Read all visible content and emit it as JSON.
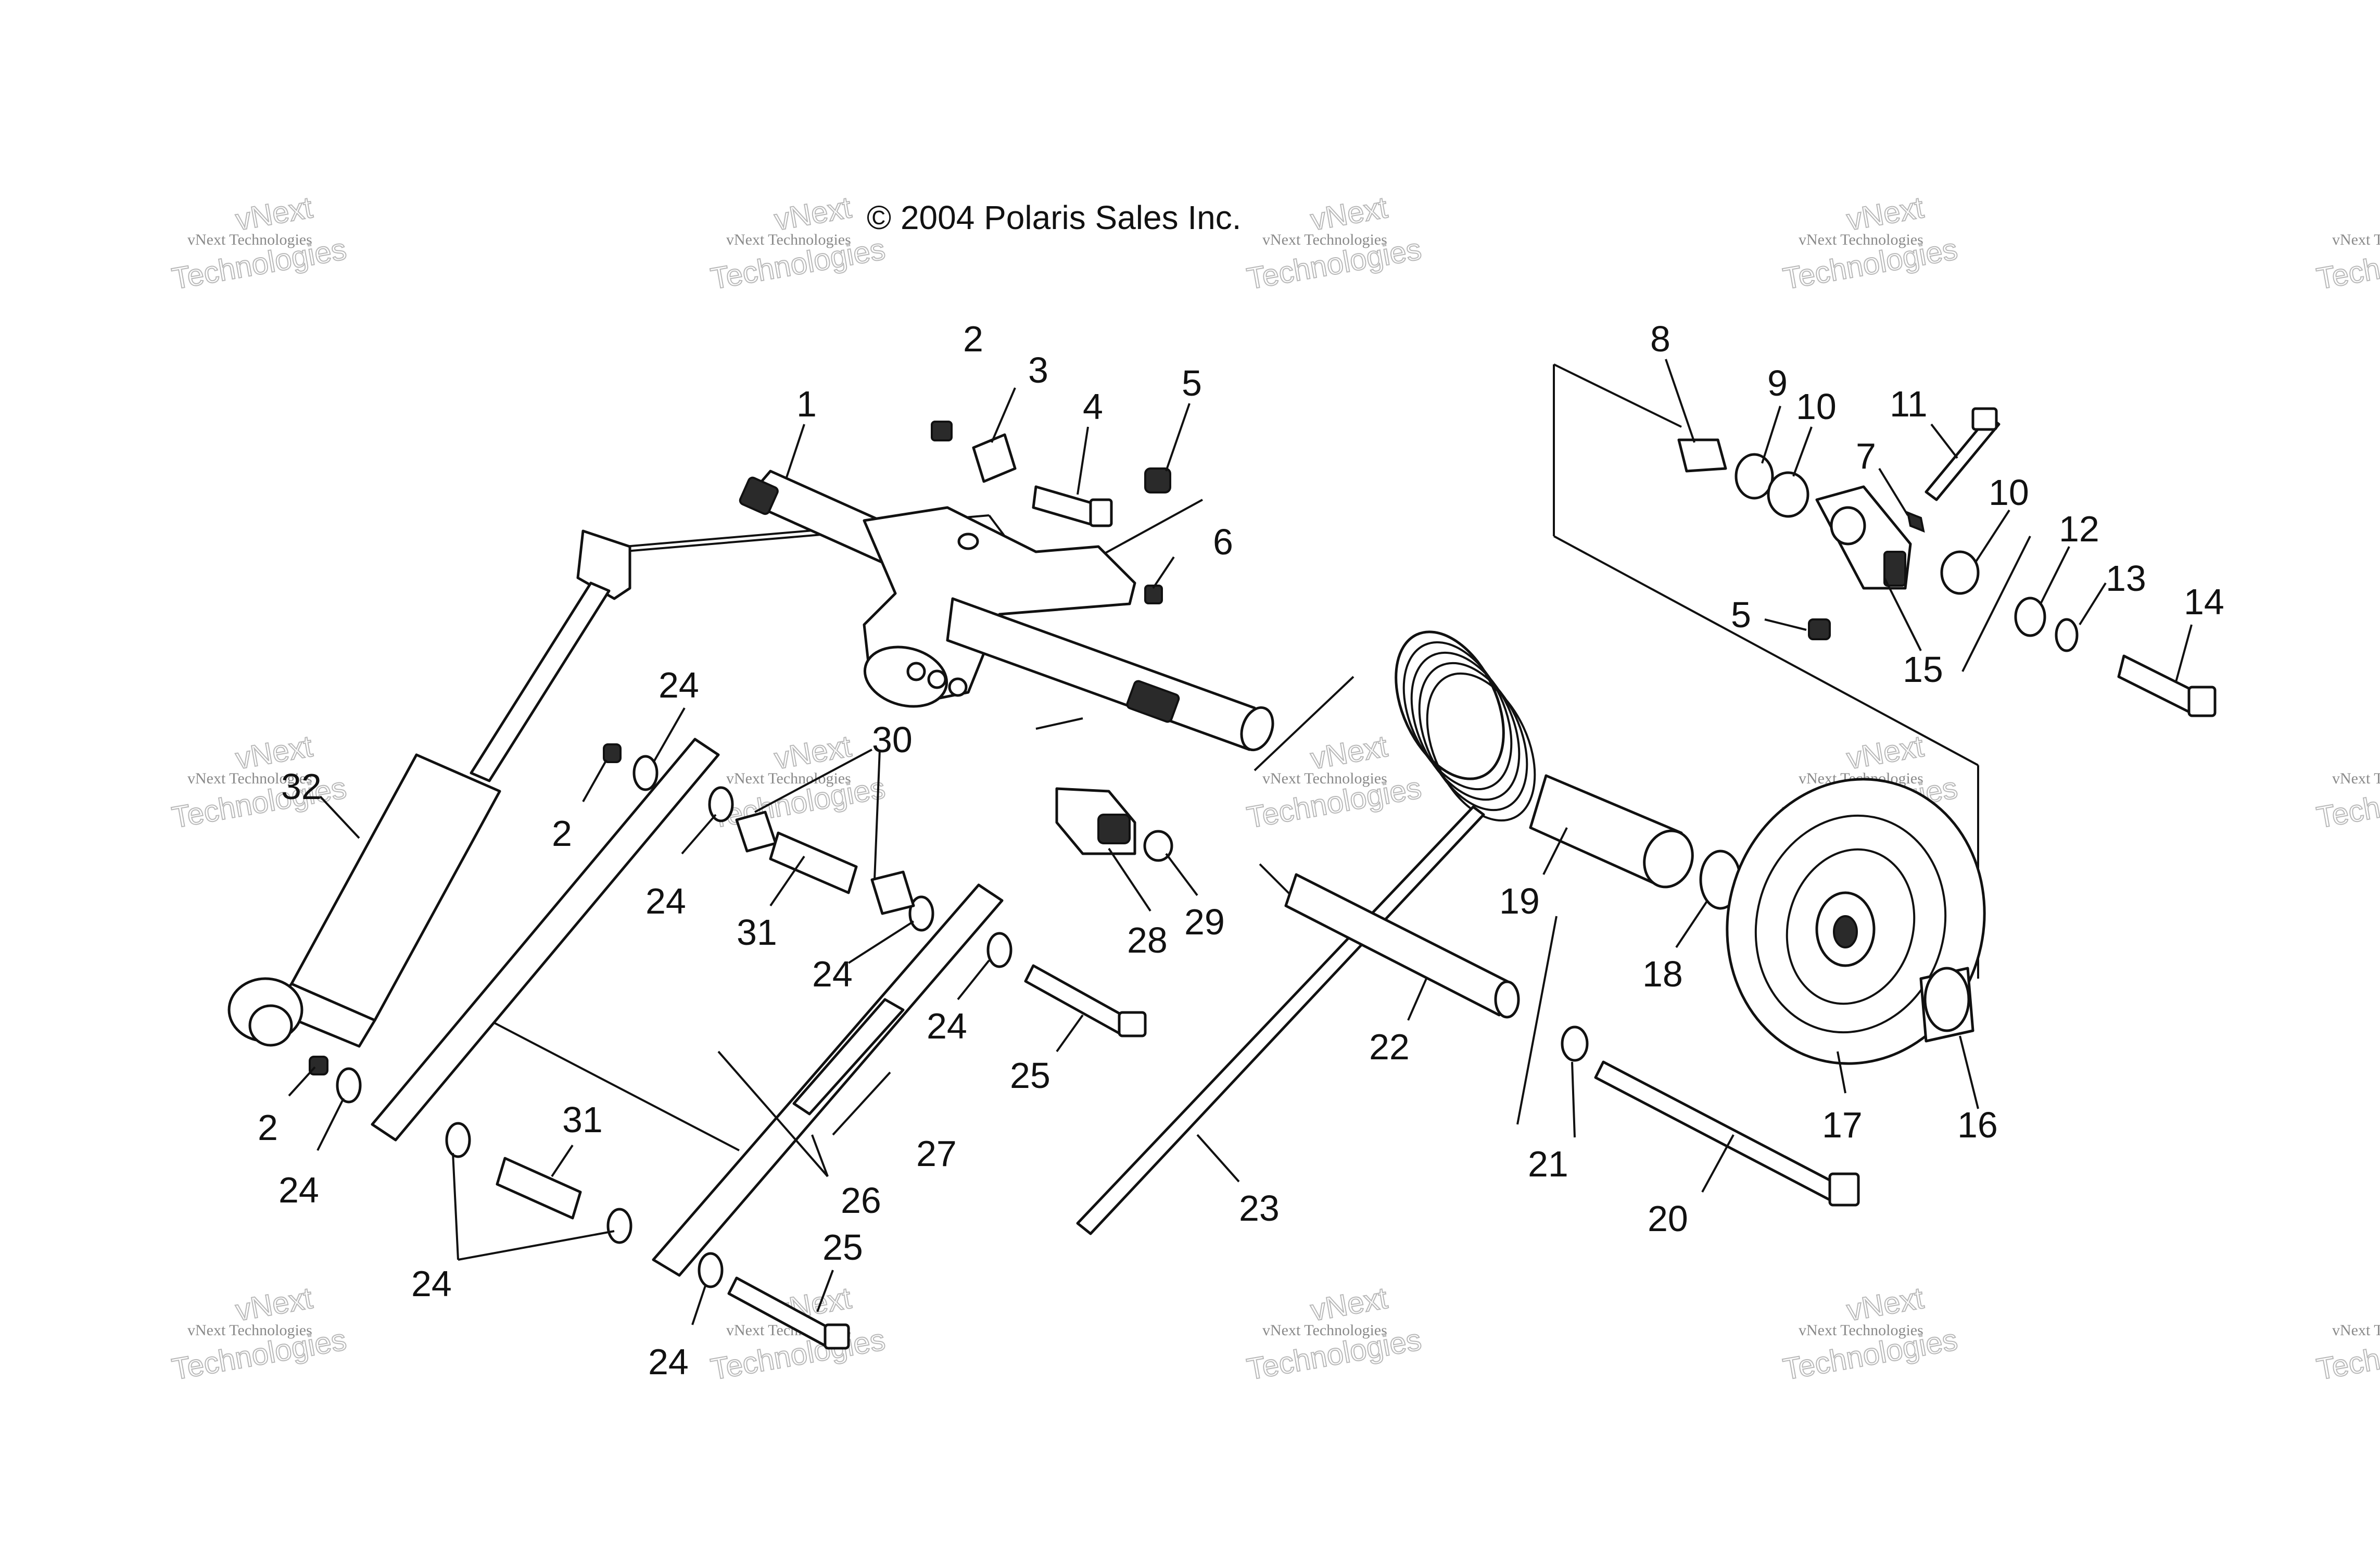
{
  "copyright": "© 2004 Polaris Sales Inc.",
  "watermark": {
    "small": "vNext Technologies",
    "large_line1": "vNext",
    "large_line2": "Technologies"
  },
  "callouts": {
    "c1": "1",
    "c2a": "2",
    "c2b": "2",
    "c2c": "2",
    "c3": "3",
    "c4": "4",
    "c5a": "5",
    "c5b": "5",
    "c6": "6",
    "c7": "7",
    "c8": "8",
    "c9": "9",
    "c10a": "10",
    "c10b": "10",
    "c11": "11",
    "c12": "12",
    "c13": "13",
    "c14": "14",
    "c15": "15",
    "c16": "16",
    "c17": "17",
    "c18": "18",
    "c19": "19",
    "c20": "20",
    "c21": "21",
    "c22": "22",
    "c23": "23",
    "c24a": "24",
    "c24b": "24",
    "c24c": "24",
    "c24d": "24",
    "c24e": "24",
    "c24f": "24",
    "c24g": "24",
    "c25a": "25",
    "c25b": "25",
    "c26": "26",
    "c27": "27",
    "c28": "28",
    "c29": "29",
    "c30": "30",
    "c31a": "31",
    "c31b": "31",
    "c32": "32"
  },
  "colors": {
    "line": "#111111",
    "watermark": "#9a9a9a",
    "background": "#ffffff"
  }
}
